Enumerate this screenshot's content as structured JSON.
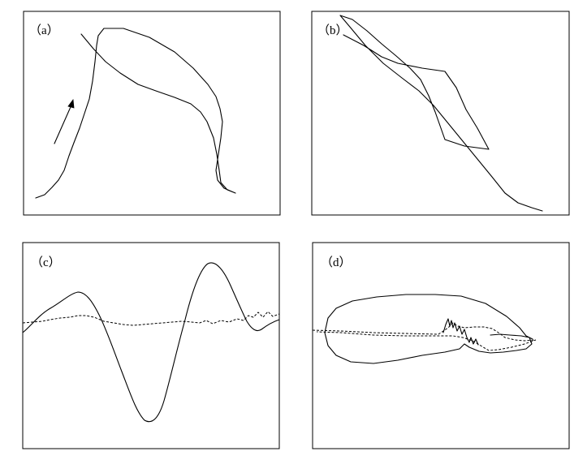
{
  "figure": {
    "panels": [
      {
        "label": "（a）"
      },
      {
        "label": "（b）"
      },
      {
        "label": "（c）"
      },
      {
        "label": "（d）"
      }
    ]
  }
}
